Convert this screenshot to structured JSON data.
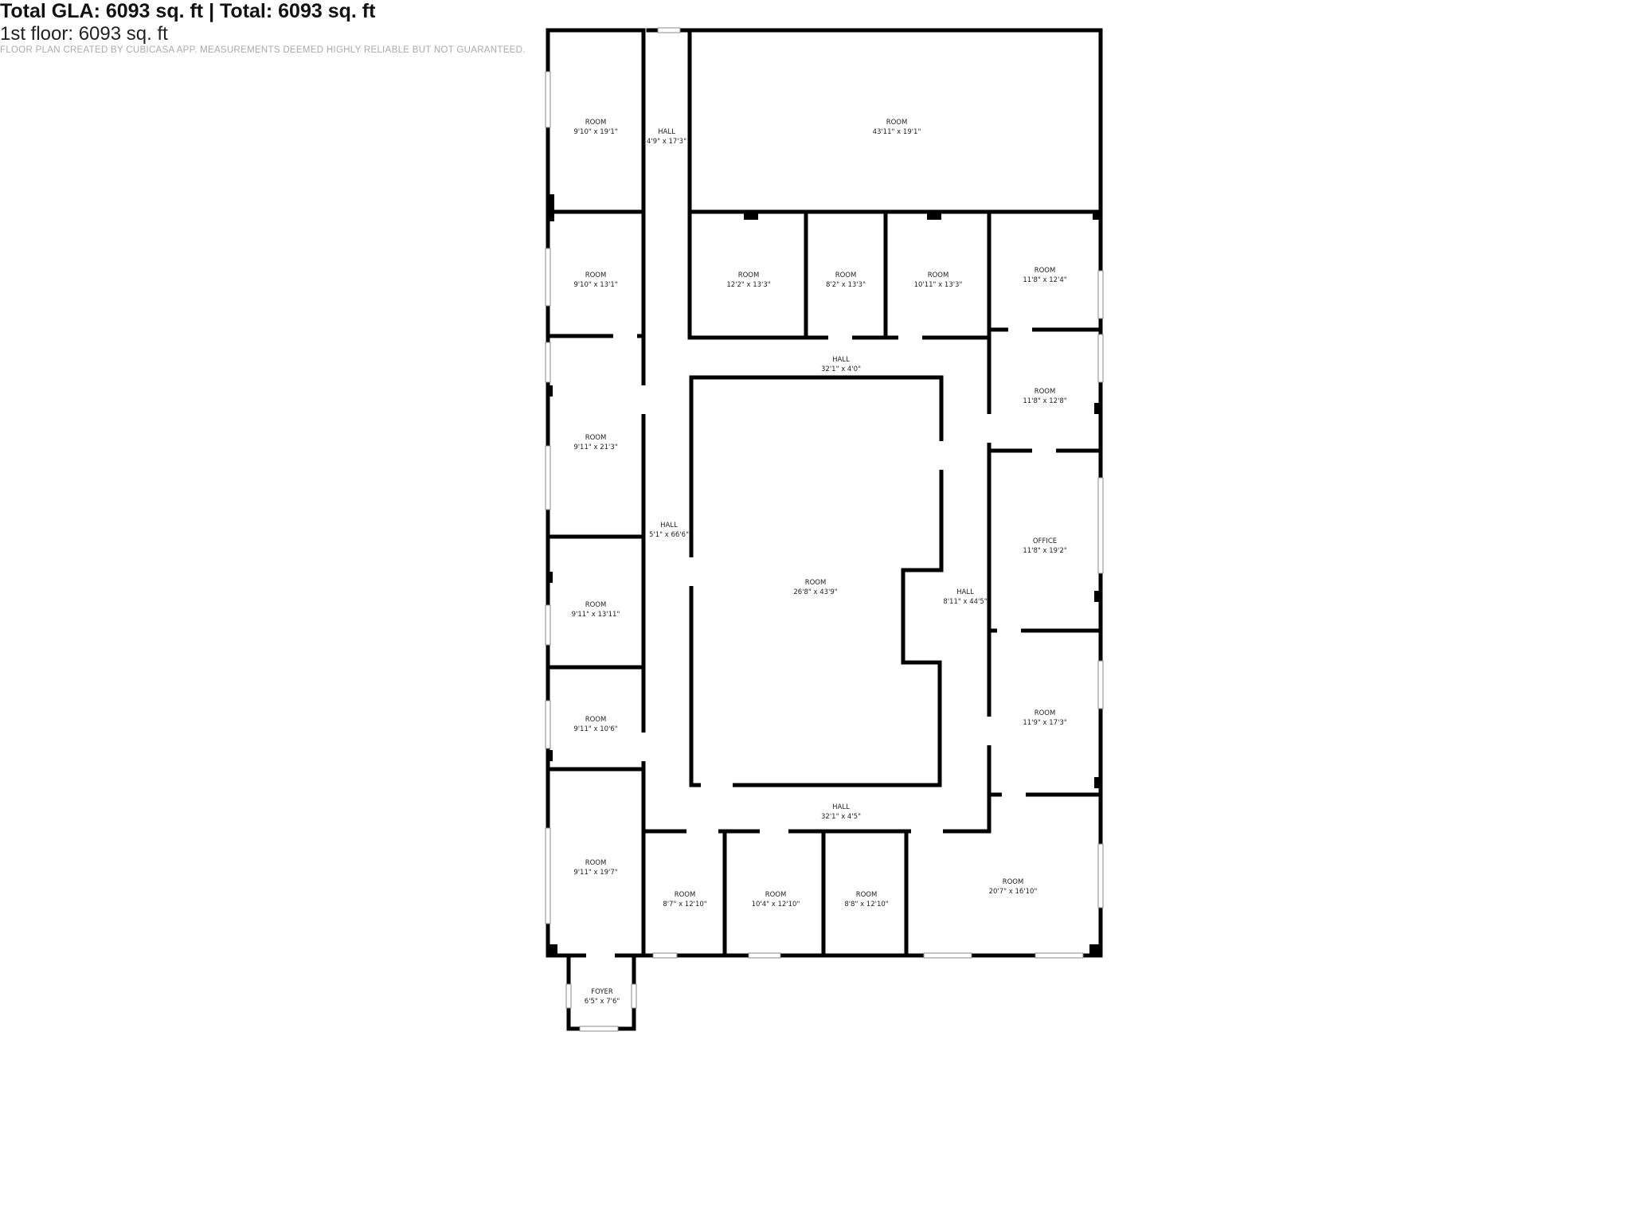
{
  "rooms": [
    {
      "id": "r1",
      "name": "ROOM",
      "dim": "9'10\" x 19'1\""
    },
    {
      "id": "hall-top",
      "name": "HALL",
      "dim": "4'9\" x 17'3\""
    },
    {
      "id": "r-big-top",
      "name": "ROOM",
      "dim": "43'11\" x 19'1\""
    },
    {
      "id": "r2",
      "name": "ROOM",
      "dim": "9'10\" x 13'1\""
    },
    {
      "id": "r-row2-a",
      "name": "ROOM",
      "dim": "12'2\" x 13'3\""
    },
    {
      "id": "r-row2-b",
      "name": "ROOM",
      "dim": "8'2\" x 13'3\""
    },
    {
      "id": "r-row2-c",
      "name": "ROOM",
      "dim": "10'11\" x 13'3\""
    },
    {
      "id": "r-right-1",
      "name": "ROOM",
      "dim": "11'8\" x 12'4\""
    },
    {
      "id": "hall-upper",
      "name": "HALL",
      "dim": "32'1\" x 4'0\""
    },
    {
      "id": "r-right-2",
      "name": "ROOM",
      "dim": "11'8\" x 12'8\""
    },
    {
      "id": "r3",
      "name": "ROOM",
      "dim": "9'11\" x 21'3\""
    },
    {
      "id": "hall-left",
      "name": "HALL",
      "dim": "5'1\" x 66'6\""
    },
    {
      "id": "office",
      "name": "OFFICE",
      "dim": "11'8\" x 19'2\""
    },
    {
      "id": "r-center",
      "name": "ROOM",
      "dim": "26'8\" x 43'9\""
    },
    {
      "id": "hall-right",
      "name": "HALL",
      "dim": "8'11\" x 44'5\""
    },
    {
      "id": "r4",
      "name": "ROOM",
      "dim": "9'11\" x 13'11\""
    },
    {
      "id": "r-right-3",
      "name": "ROOM",
      "dim": "11'9\" x 17'3\""
    },
    {
      "id": "r5",
      "name": "ROOM",
      "dim": "9'11\" x 10'6\""
    },
    {
      "id": "hall-lower",
      "name": "HALL",
      "dim": "32'1\" x 4'5\""
    },
    {
      "id": "r6",
      "name": "ROOM",
      "dim": "9'11\" x 19'7\""
    },
    {
      "id": "r-bottom-a",
      "name": "ROOM",
      "dim": "8'7\" x 12'10\""
    },
    {
      "id": "r-bottom-b",
      "name": "ROOM",
      "dim": "10'4\" x 12'10\""
    },
    {
      "id": "r-bottom-c",
      "name": "ROOM",
      "dim": "8'8\" x 12'10\""
    },
    {
      "id": "r-bottom-d",
      "name": "ROOM",
      "dim": "20'7\" x 16'10\""
    },
    {
      "id": "foyer",
      "name": "FOYER",
      "dim": "6'5\" x 7'6\""
    }
  ],
  "summary": {
    "total": "Total GLA: 6093 sq. ft | Total: 6093 sq. ft",
    "floor": "1st floor: 6093 sq. ft",
    "credit": "FLOOR PLAN CREATED BY CUBICASA APP. MEASUREMENTS DEEMED HIGHLY RELIABLE BUT NOT GUARANTEED."
  }
}
